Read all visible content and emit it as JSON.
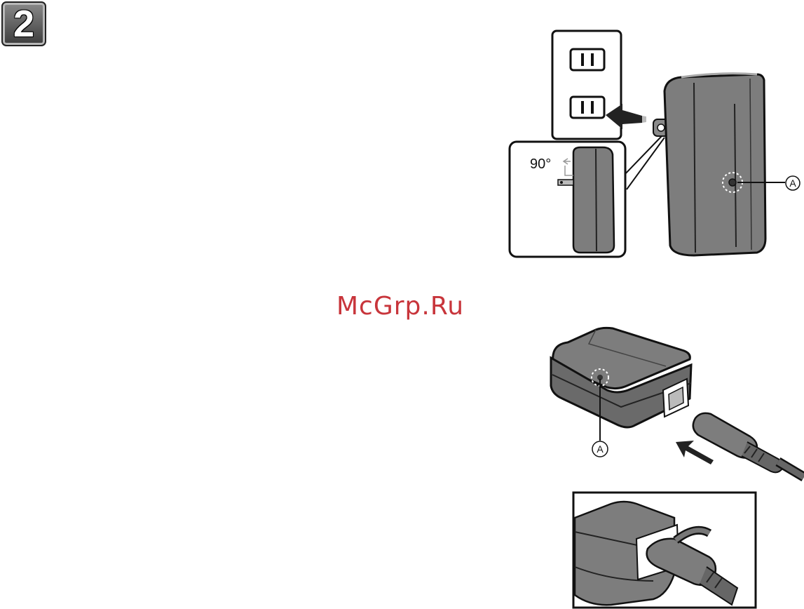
{
  "step": {
    "number": "2"
  },
  "watermark": "McGrp.Ru",
  "figure_top": {
    "angle_label": "90°",
    "callout_label": "A"
  },
  "figure_middle": {
    "callout_label": "A"
  },
  "colors": {
    "device_gray": "#7d7d7d",
    "device_dark": "#555555",
    "outline": "#111111",
    "watermark": "#c8353b"
  },
  "icons": [
    "wall-outlet-icon",
    "charger-icon",
    "power-plug-icon",
    "arrow-icon",
    "led-indicator-icon"
  ]
}
